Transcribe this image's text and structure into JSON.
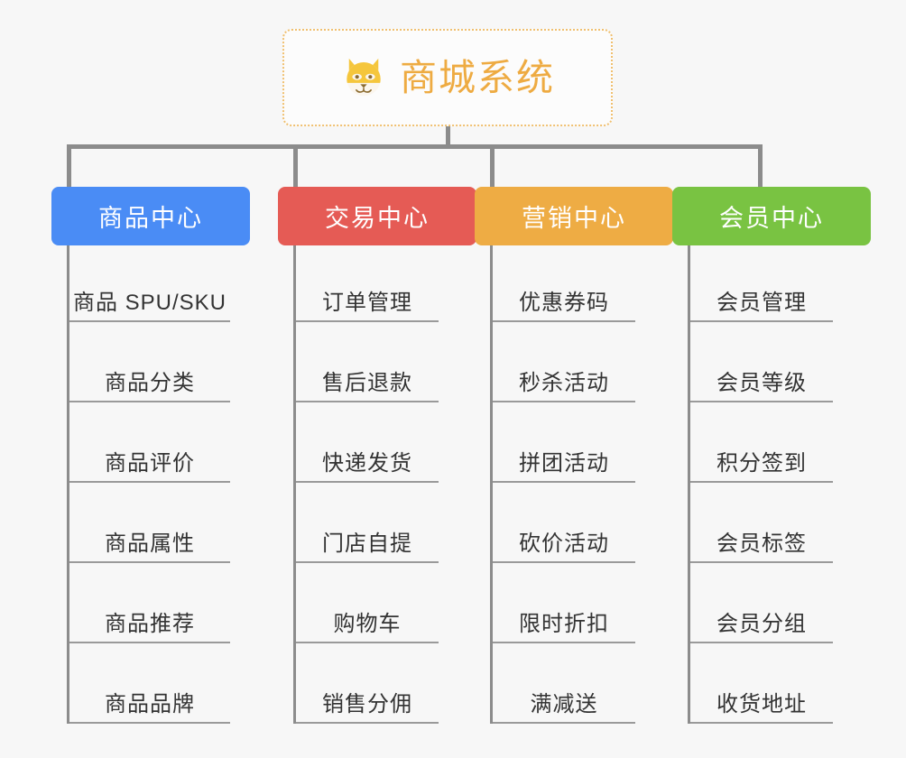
{
  "background_color": "#f7f7f7",
  "root": {
    "title": "商城系统",
    "icon": "dog-face-icon",
    "title_color": "#eeab42",
    "border_color": "#f0c070"
  },
  "columns": [
    {
      "header": "商品中心",
      "color": "#4a8cf5",
      "items": [
        "商品 SPU/SKU",
        "商品分类",
        "商品评价",
        "商品属性",
        "商品推荐",
        "商品品牌"
      ]
    },
    {
      "header": "交易中心",
      "color": "#e55b55",
      "items": [
        "订单管理",
        "售后退款",
        "快递发货",
        "门店自提",
        "购物车",
        "销售分佣"
      ]
    },
    {
      "header": "营销中心",
      "color": "#eeac44",
      "items": [
        "优惠券码",
        "秒杀活动",
        "拼团活动",
        "砍价活动",
        "限时折扣",
        "满减送"
      ]
    },
    {
      "header": "会员中心",
      "color": "#79c342",
      "items": [
        "会员管理",
        "会员等级",
        "积分签到",
        "会员标签",
        "会员分组",
        "收货地址"
      ]
    }
  ]
}
